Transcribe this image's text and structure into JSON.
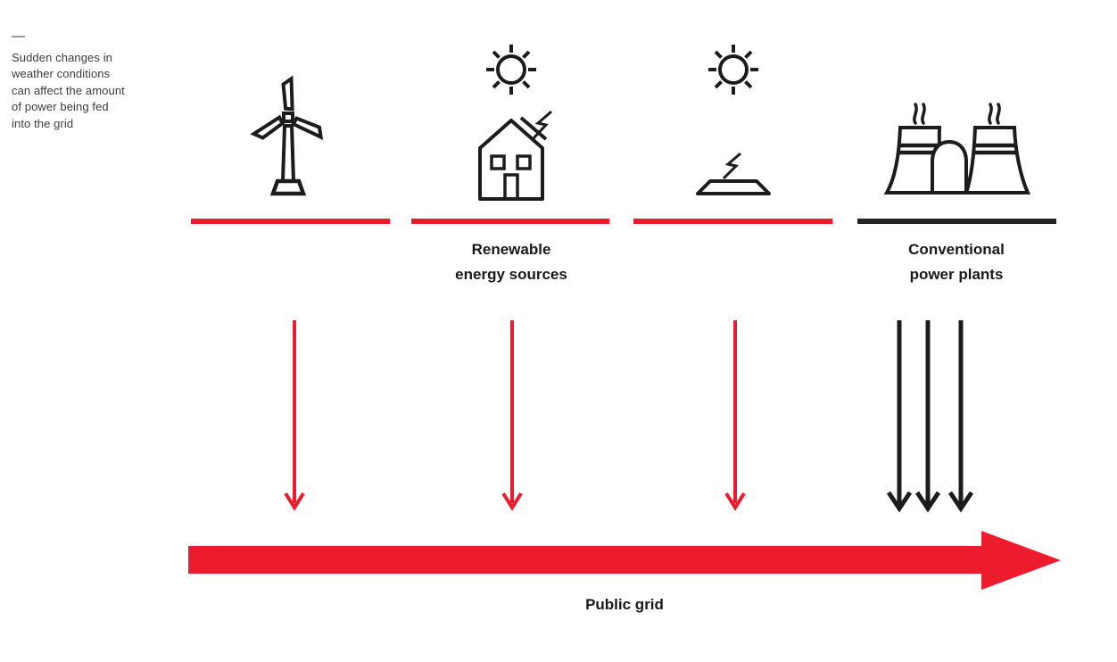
{
  "colors": {
    "accent_red": "#ec1b2e",
    "ink": "#1c1c1c",
    "bar_dark": "#232323",
    "caption_text": "#3c3c3c",
    "label_text": "#191919",
    "background": "#ffffff"
  },
  "caption": {
    "dash": "—",
    "lines": [
      "Sudden changes in",
      "weather conditions",
      "can affect the amount",
      "of power being fed",
      "into the grid"
    ]
  },
  "icons": {
    "wind": "wind-turbine-icon",
    "sun": "sun-icon",
    "house": "solar-house-icon",
    "panel": "solar-panel-icon",
    "plant": "power-plant-icon",
    "bolt": "lightning-bolt-icon",
    "smoke": "smoke-icon"
  },
  "groups": {
    "renewable": {
      "line1": "Renewable",
      "line2": "energy sources"
    },
    "conventional": {
      "line1": "Conventional",
      "line2": "power plants"
    }
  },
  "public_grid": {
    "label": "Public grid"
  }
}
